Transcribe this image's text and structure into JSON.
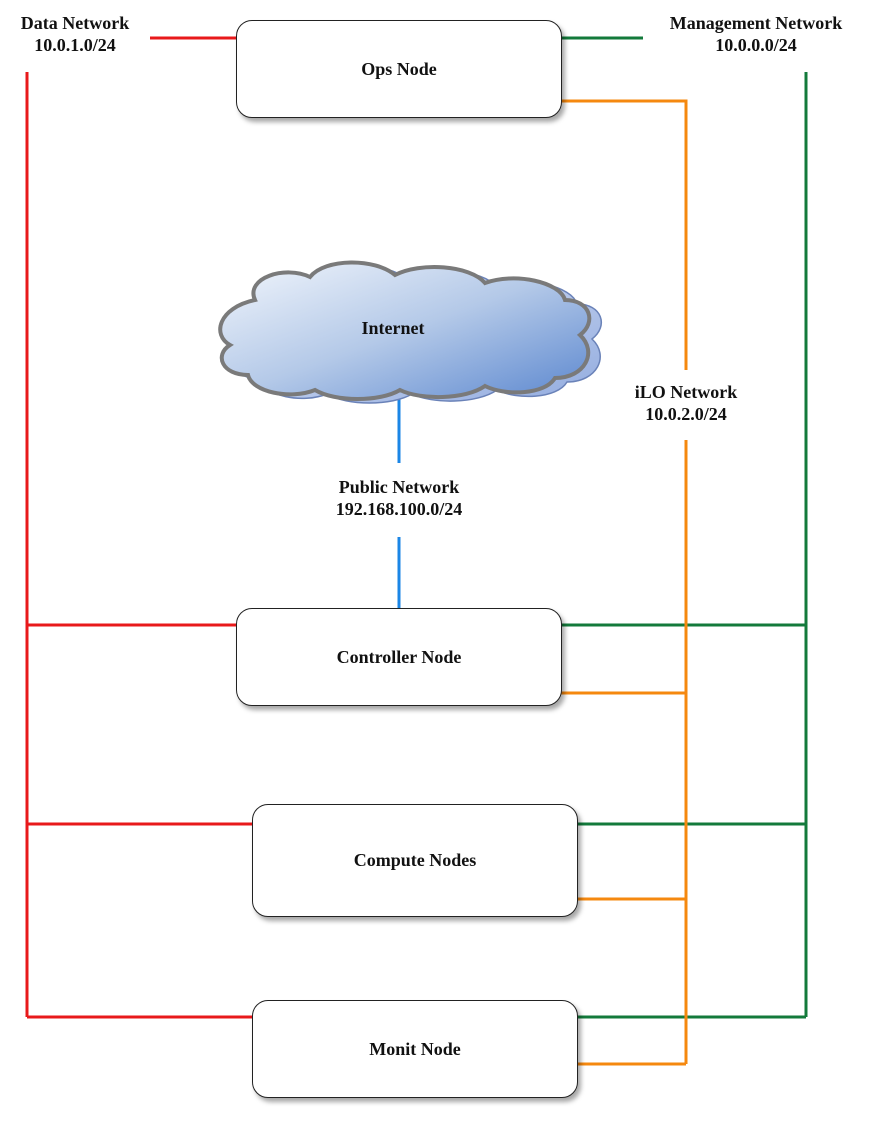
{
  "networks": {
    "data": {
      "name": "Data Network",
      "cidr": "10.0.1.0/24",
      "color": "#e8191b"
    },
    "management": {
      "name": "Management Network",
      "cidr": "10.0.0.0/24",
      "color": "#137a3b"
    },
    "ilo": {
      "name": "iLO Network",
      "cidr": "10.0.2.0/24",
      "color": "#f5880f"
    },
    "public": {
      "name": "Public Network",
      "cidr": "192.168.100.0/24",
      "color": "#1b86e6"
    }
  },
  "cloud": {
    "label": "Internet"
  },
  "nodes": {
    "ops": "Ops Node",
    "controller": "Controller Node",
    "compute": "Compute Nodes",
    "monit": "Monit Node"
  }
}
